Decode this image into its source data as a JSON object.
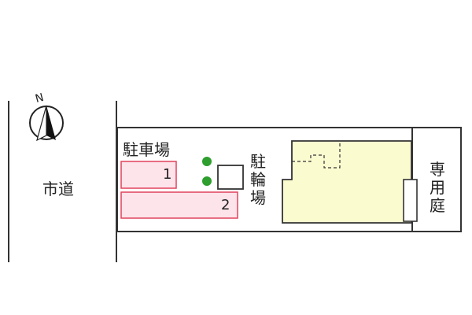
{
  "compass": {
    "north_label": "N"
  },
  "road": {
    "label": "市道"
  },
  "parking": {
    "label": "駐車場",
    "spaces": [
      {
        "number": "1"
      },
      {
        "number": "2"
      }
    ]
  },
  "bicycle_parking": {
    "chars": [
      "駐",
      "輪",
      "場"
    ]
  },
  "private_garden": {
    "chars": [
      "専",
      "用",
      "庭"
    ]
  },
  "colors": {
    "parking_fill": "#fde3ea",
    "parking_stroke": "#e0435c",
    "building_fill": "#fbfbd0",
    "tree": "#2e9e2e",
    "lines": "#333333"
  }
}
